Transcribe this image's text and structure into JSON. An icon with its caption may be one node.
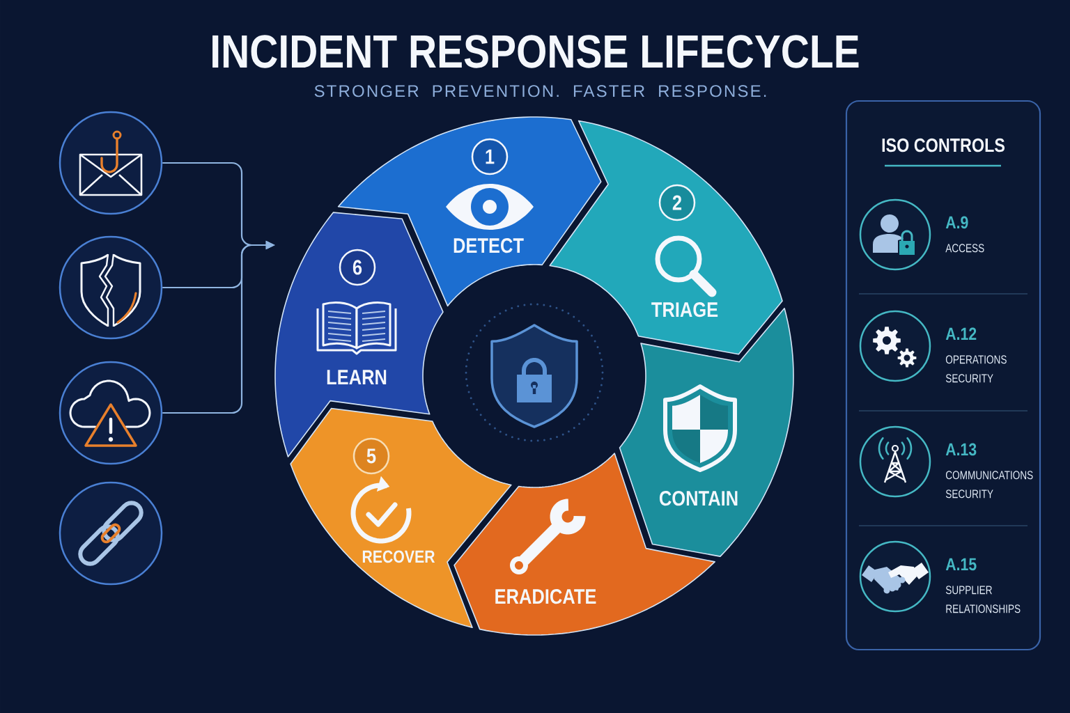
{
  "diagram": {
    "title": "INCIDENT RESPONSE LIFECYCLE",
    "nodes": [
      {
        "text": [],
        "shape": "circle"
      },
      {
        "text": [],
        "shape": "circle"
      },
      {
        "text": [],
        "shape": "circle"
      },
      {
        "text": [],
        "shape": "circle"
      },
      {
        "text": [
          "1",
          "DETECT"
        ]
      },
      {
        "text": [
          "2",
          "TRIAGE"
        ]
      },
      {
        "text": [
          "CONTAIN"
        ]
      },
      {
        "text": [
          "ERADICATE"
        ]
      },
      {
        "text": [
          "5",
          "RECOVER"
        ]
      },
      {
        "text": [
          "6",
          "LEARN"
        ]
      },
      {
        "text": [
          "ISO CONTROLS"
        ]
      },
      {
        "text": [],
        "shape": "circle",
        "in": 10,
        "beside": [
          "A.9",
          "ACCESS"
        ]
      },
      {
        "text": [],
        "shape": "circle",
        "in": 10,
        "beside": [
          "A.12",
          "OPERATIONS SECURITY"
        ]
      },
      {
        "text": [],
        "shape": "circle",
        "in": 10,
        "beside": [
          "A.13",
          "COMMUNICATIONS SECURITY"
        ]
      },
      {
        "text": [],
        "shape": "circle",
        "in": 10,
        "beside": [
          "A.15",
          "SUPPLIER RELATIONSHIPS"
        ]
      }
    ],
    "edges": [
      {
        "from": 0,
        "to": 9,
        "arrow": "to"
      },
      {
        "from": 1,
        "to": 9,
        "arrow": "to"
      },
      {
        "from": 2,
        "to": 9,
        "arrow": "to"
      }
    ],
    "labels": [
      "STRONGER PREVENTION. FASTER RESPONSE."
    ]
  }
}
